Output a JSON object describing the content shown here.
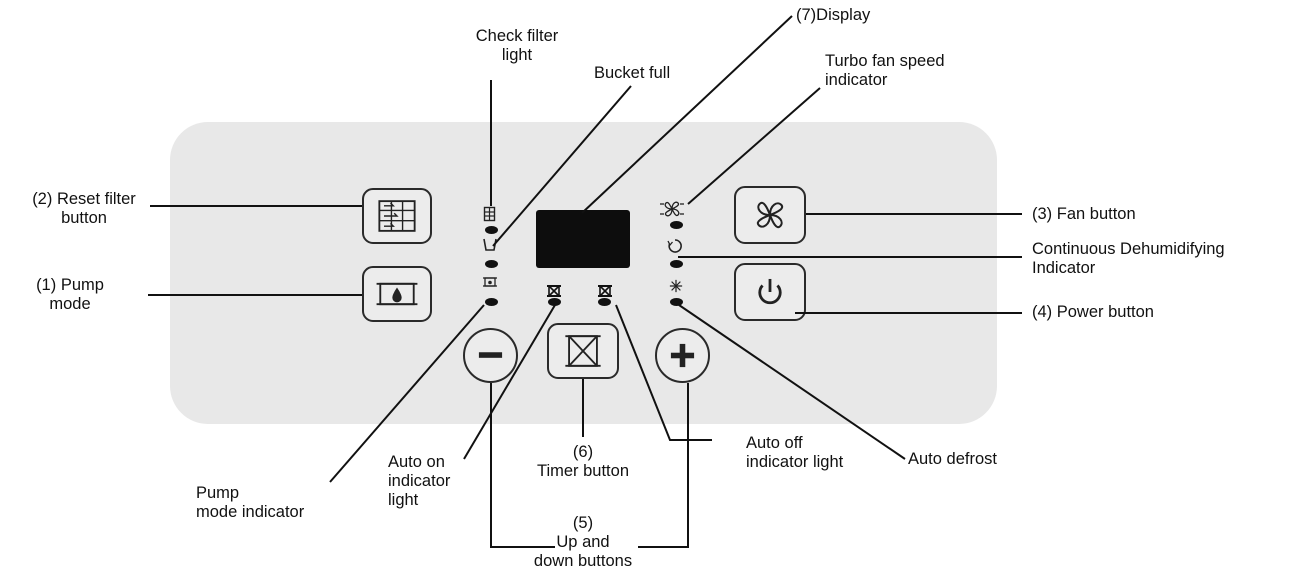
{
  "labels": {
    "display": "(7)Display",
    "check_filter": "Check filter\nlight",
    "bucket_full": "Bucket full",
    "turbo_fan": "Turbo fan speed\nindicator",
    "reset_filter": "(2) Reset filter\nbutton",
    "pump_mode": "(1) Pump\nmode",
    "fan_button": "(3) Fan button",
    "continuous": "Continuous Dehumidifying\nIndicator",
    "power_button": "(4) Power button",
    "pump_mode_indicator": "Pump\nmode indicator",
    "auto_on": "Auto on\nindicator\nlight",
    "timer_button": "(6)\nTimer button",
    "up_down": "(5)\nUp and\ndown buttons",
    "auto_off": "Auto off\nindicator light",
    "auto_defrost": "Auto defrost"
  },
  "icons": {
    "reset_filter": "filter-grid-icon",
    "pump_mode": "water-drop-pump-icon",
    "fan": "fan-blades-icon",
    "power": "power-icon",
    "minus": "minus-icon",
    "plus": "plus-icon",
    "timer": "hourglass-timer-icon"
  },
  "colors": {
    "panel": "#e8e8e8",
    "display": "#0d0d0d",
    "line": "#111111"
  }
}
